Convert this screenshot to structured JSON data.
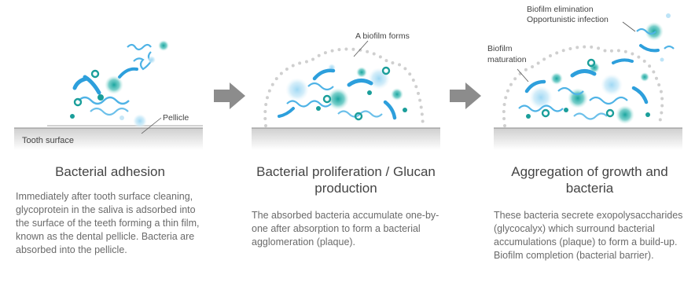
{
  "stages": [
    {
      "title": "Bacterial adhesion",
      "description": "Immediately after tooth surface cleaning, glycoprotein in the saliva is adsorbed into the surface of the teeth forming a thin film, known as the dental pellicle. Bacteria are absorbed into the pellicle.",
      "labels": {
        "pellicle": "Pellicle",
        "tooth_surface": "Tooth surface"
      }
    },
    {
      "title": "Bacterial proliferation / Glucan production",
      "description": "The absorbed bacteria accumulate one-by-one after absorption to form a bacterial agglomeration (plaque).",
      "labels": {
        "biofilm_forms": "A biofilm forms"
      }
    },
    {
      "title": "Aggregation of growth and bacteria",
      "description": "These bacteria secrete exopolysaccharides (glycocalyx) which surround bacterial accumulations (plaque) to form a build-up. Biofilm completion (bacterial barrier).",
      "labels": {
        "biofilm_maturation_1": "Biofilm",
        "biofilm_maturation_2": "maturation",
        "elimination_1": "Biofilm elimination",
        "elimination_2": "Opportunistic infection"
      }
    }
  ],
  "colors": {
    "teal": "#1a9e9a",
    "blue": "#4fb3e6",
    "light_blue": "#bde4f7",
    "dots": "#cfcfcf",
    "surface": "#d9d9d9",
    "arrow": "#8c8c8c"
  }
}
